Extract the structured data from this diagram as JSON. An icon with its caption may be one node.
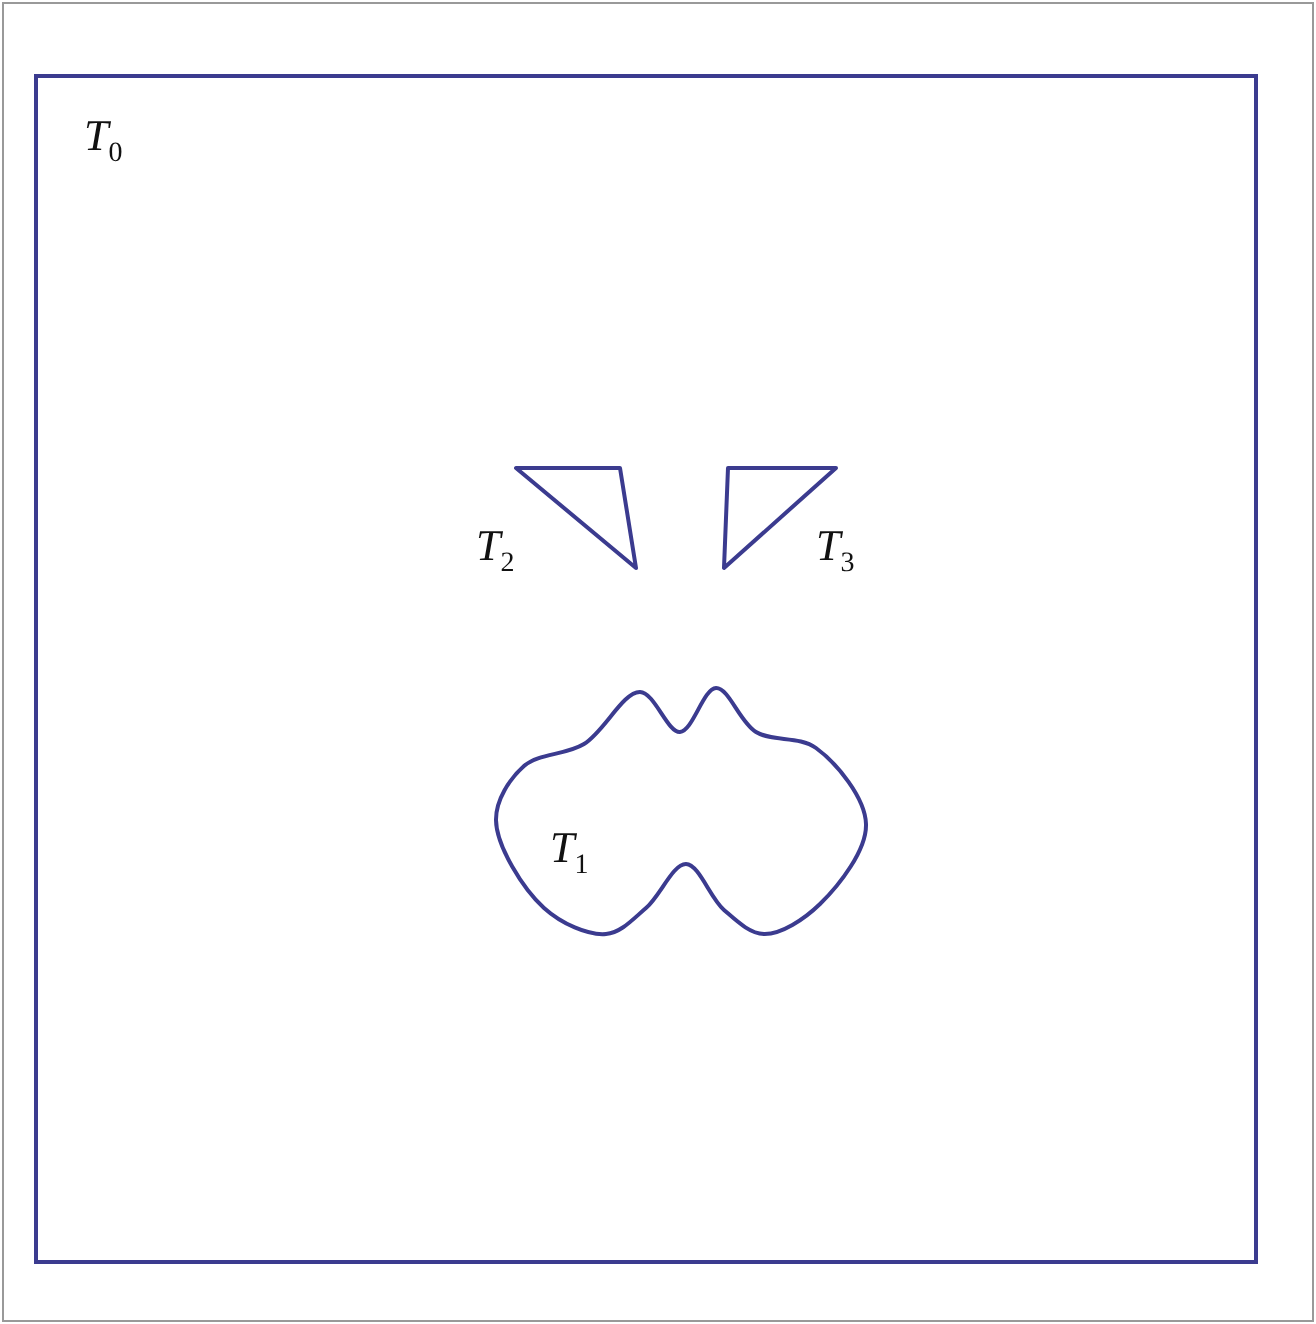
{
  "diagram": {
    "nodes": [
      {
        "text": [
          "*T*$_{0}$"
        ]
      },
      {
        "text": [
          "*T*$_{2}$"
        ],
        "in": 0
      },
      {
        "text": [
          "*T*$_{3}$"
        ],
        "in": 0
      },
      {
        "text": [
          "*T*$_{1}$"
        ],
        "in": 0
      }
    ]
  }
}
